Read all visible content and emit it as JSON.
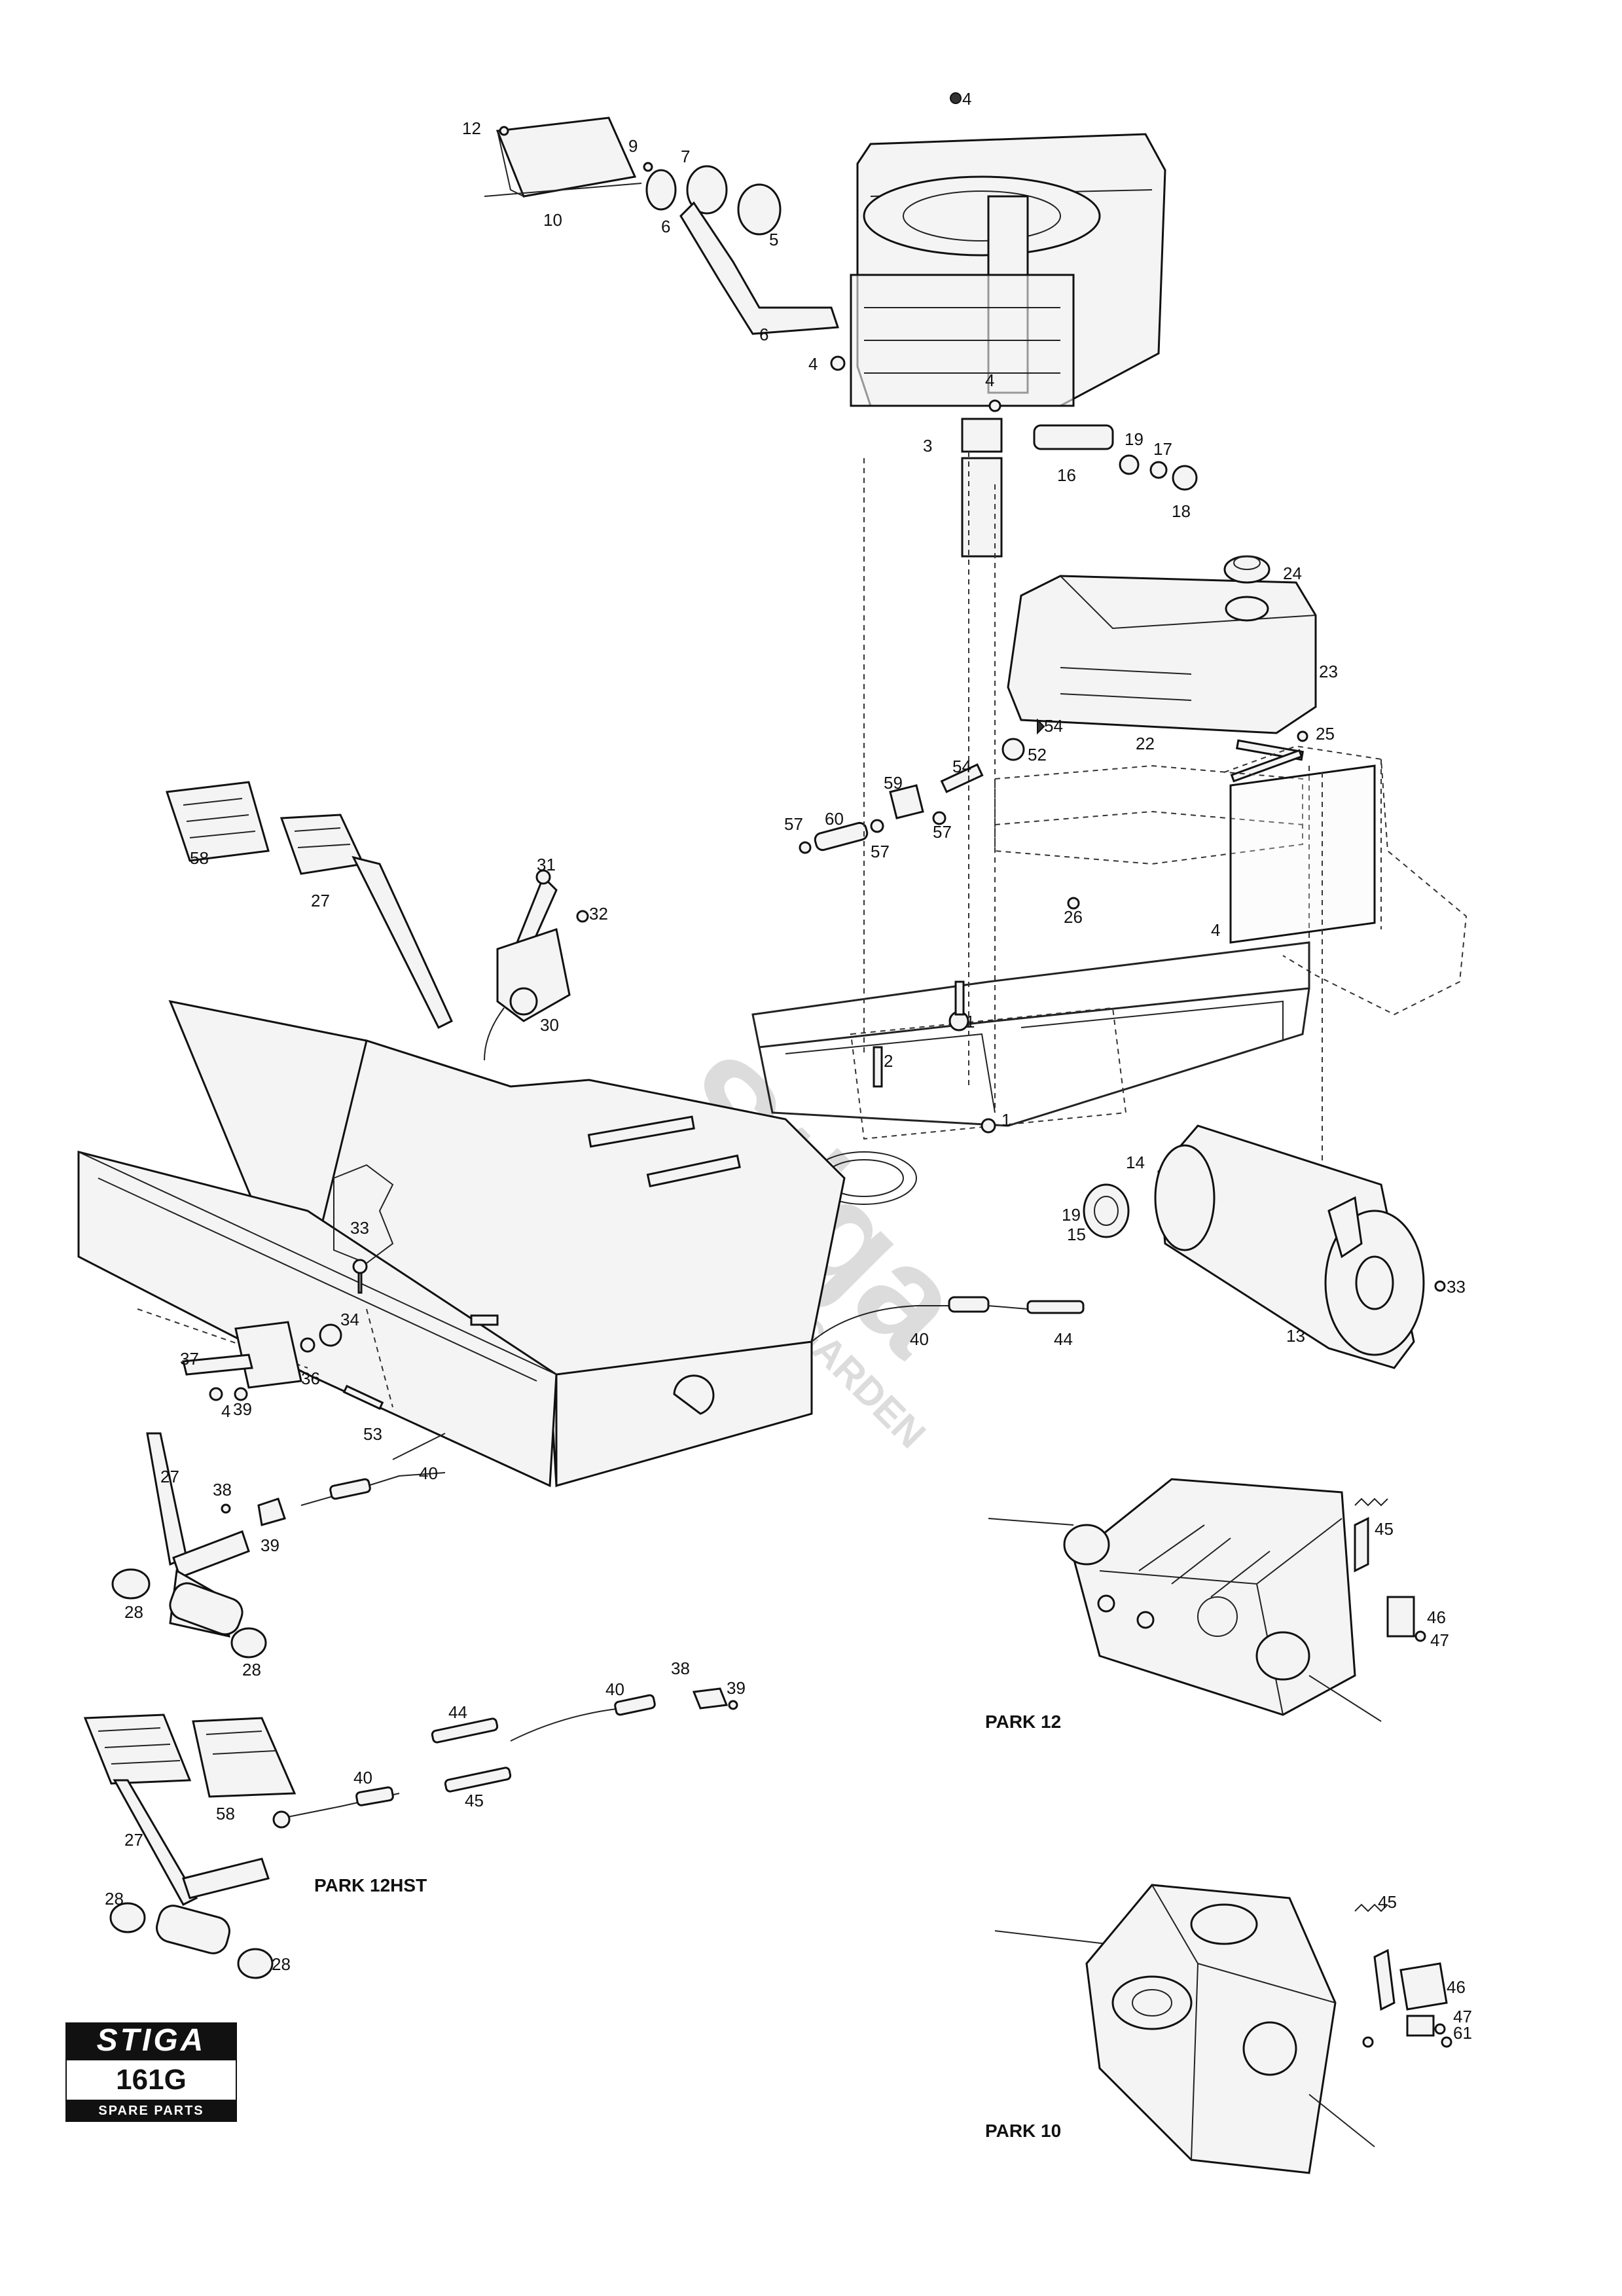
{
  "watermark": {
    "brand": "Stiga",
    "sub": "GARDEN"
  },
  "logo": {
    "brand": "STIGA",
    "model": "161G",
    "subtitle": "SPARE PARTS"
  },
  "captions": {
    "park12": "PARK 12",
    "park12hst": "PARK 12HST",
    "park10": "PARK 10"
  },
  "labels": {
    "l1": "1",
    "l2": "2",
    "l3": "3",
    "l4a": "4",
    "l4b": "4",
    "l4c": "4",
    "l4d": "4",
    "l4e": "4",
    "l5": "5",
    "l6a": "6",
    "l6b": "6",
    "l7": "7",
    "l9": "9",
    "l10": "10",
    "l11": "1",
    "l12": "12",
    "l13": "13",
    "l14": "14",
    "l15": "15",
    "l16": "16",
    "l17": "17",
    "l18": "18",
    "l19a": "19",
    "l19b": "19",
    "l22": "22",
    "l23": "23",
    "l24": "24",
    "l25": "25",
    "l26": "26",
    "l27a": "27",
    "l27b": "27",
    "l27c": "27",
    "l28a": "28",
    "l28b": "28",
    "l28c": "28",
    "l28d": "28",
    "l30": "30",
    "l31": "31",
    "l32": "32",
    "l33a": "33",
    "l33b": "33",
    "l34": "34",
    "l36": "36",
    "l37": "37",
    "l38a": "38",
    "l38b": "38",
    "l39a": "39",
    "l39b": "39",
    "l39c": "39",
    "l40a": "40",
    "l40b": "40",
    "l40c": "40",
    "l40d": "40",
    "l44a": "44",
    "l44b": "44",
    "l45a": "45",
    "l45b": "45",
    "l45c": "45",
    "l46a": "46",
    "l46b": "46",
    "l47a": "47",
    "l47b": "47",
    "l52": "52",
    "l53": "53",
    "l54a": "54",
    "l54b": "54",
    "l57a": "57",
    "l57b": "57",
    "l57c": "57",
    "l58a": "58",
    "l58b": "58",
    "l59": "59",
    "l60": "60",
    "l61": "61"
  }
}
